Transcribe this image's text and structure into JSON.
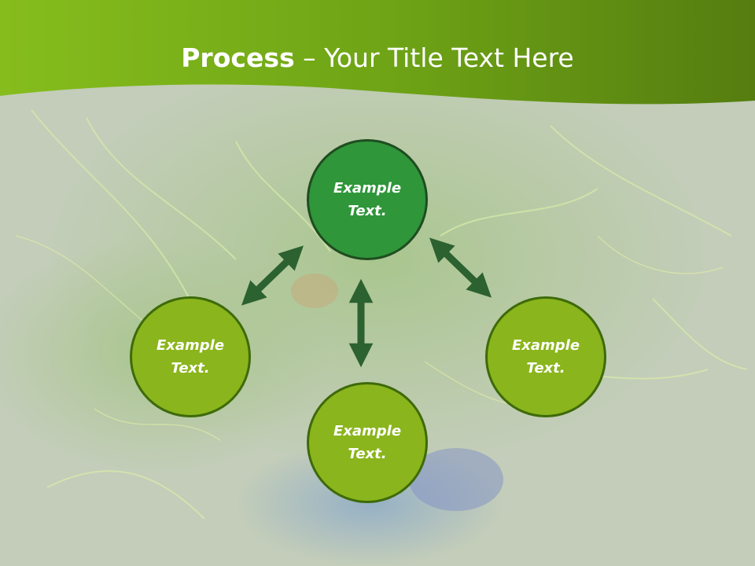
{
  "slide": {
    "title_bold": "Process",
    "title_rest": " – Your Title Text Here"
  },
  "nodes": {
    "top": "Example Text.",
    "left": "Example Text.",
    "right": "Example Text.",
    "bottom": "Example Text."
  },
  "colors": {
    "header_green": "#7fb41c",
    "top_circle": "#2f963a",
    "side_circle": "#8ab51c",
    "arrow": "#2c6130"
  }
}
